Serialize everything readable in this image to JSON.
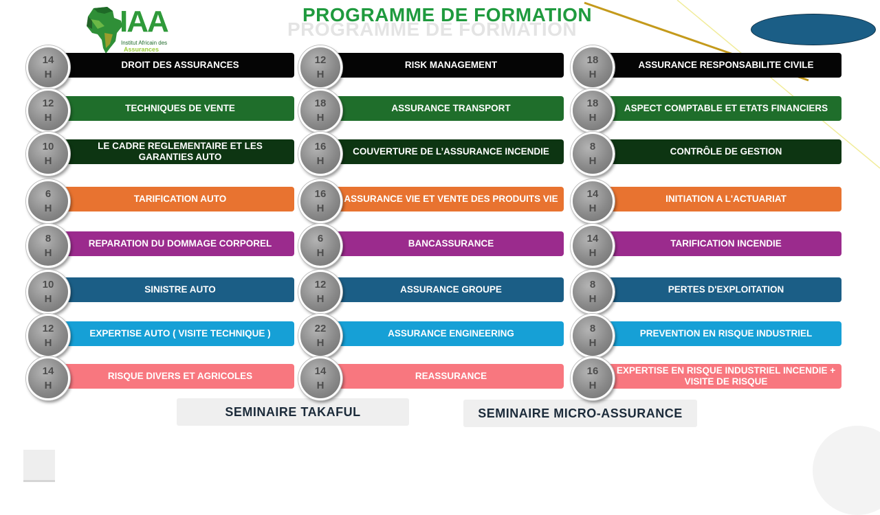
{
  "header": {
    "title": "PROGRAMME DE FORMATION",
    "logo": {
      "letters": "IAA",
      "line1": "Institut Africain des",
      "line2": "Assurances"
    }
  },
  "colors": {
    "black": "#050505",
    "green": "#1f6e2b",
    "darkgreen": "#0d3512",
    "orange": "#e87330",
    "purple": "#9b2b8d",
    "blue": "#1b5e86",
    "cyan": "#16a0d6",
    "pink": "#f8777f"
  },
  "columns": [
    [
      {
        "hours": "14",
        "unit": "H",
        "label": "DROIT DES ASSURANCES",
        "color": "black"
      },
      {
        "hours": "12",
        "unit": "H",
        "label": "TECHNIQUES DE VENTE",
        "color": "green"
      },
      {
        "hours": "10",
        "unit": "H",
        "label": "LE CADRE REGLEMENTAIRE ET LES GARANTIES AUTO",
        "color": "darkgreen"
      },
      {
        "hours": "6",
        "unit": "H",
        "label": "TARIFICATION AUTO",
        "color": "orange"
      },
      {
        "hours": "8",
        "unit": "H",
        "label": "REPARATION DU DOMMAGE CORPOREL",
        "color": "purple"
      },
      {
        "hours": "10",
        "unit": "H",
        "label": "SINISTRE AUTO",
        "color": "blue"
      },
      {
        "hours": "12",
        "unit": "H",
        "label": "EXPERTISE AUTO ( VISITE TECHNIQUE )",
        "color": "cyan"
      },
      {
        "hours": "14",
        "unit": "H",
        "label": "RISQUE DIVERS ET AGRICOLES",
        "color": "pink"
      }
    ],
    [
      {
        "hours": "12",
        "unit": "H",
        "label": "RISK MANAGEMENT",
        "color": "black"
      },
      {
        "hours": "18",
        "unit": "H",
        "label": "ASSURANCE TRANSPORT",
        "color": "green"
      },
      {
        "hours": "16",
        "unit": "H",
        "label": "COUVERTURE DE L’ASSURANCE INCENDIE",
        "color": "darkgreen"
      },
      {
        "hours": "16",
        "unit": "H",
        "label": "ASSURANCE VIE ET VENTE DES PRODUITS VIE",
        "color": "orange"
      },
      {
        "hours": "6",
        "unit": "H",
        "label": "BANCASSURANCE",
        "color": "purple"
      },
      {
        "hours": "12",
        "unit": "H",
        "label": "ASSURANCE GROUPE",
        "color": "blue"
      },
      {
        "hours": "22",
        "unit": "H",
        "label": "ASSURANCE ENGINEERING",
        "color": "cyan"
      },
      {
        "hours": "14",
        "unit": "H",
        "label": "REASSURANCE",
        "color": "pink"
      }
    ],
    [
      {
        "hours": "18",
        "unit": "H",
        "label": "ASSURANCE RESPONSABILITE CIVILE",
        "color": "black"
      },
      {
        "hours": "18",
        "unit": "H",
        "label": "ASPECT COMPTABLE ET ETATS FINANCIERS",
        "color": "green"
      },
      {
        "hours": "8",
        "unit": "H",
        "label": "CONTRÔLE DE GESTION",
        "color": "darkgreen"
      },
      {
        "hours": "14",
        "unit": "H",
        "label": "INITIATION A L'ACTUARIAT",
        "color": "orange"
      },
      {
        "hours": "14",
        "unit": "H",
        "label": "TARIFICATION INCENDIE",
        "color": "purple"
      },
      {
        "hours": "8",
        "unit": "H",
        "label": "PERTES D'EXPLOITATION",
        "color": "blue"
      },
      {
        "hours": "8",
        "unit": "H",
        "label": "PREVENTION EN RISQUE INDUSTRIEL",
        "color": "cyan"
      },
      {
        "hours": "16",
        "unit": "H",
        "label": "EXPERTISE EN RISQUE INDUSTRIEL INCENDIE + VISITE DE RISQUE",
        "color": "pink"
      }
    ]
  ],
  "seminars": [
    "SEMINAIRE TAKAFUL",
    "SEMINAIRE MICRO-ASSURANCE"
  ]
}
